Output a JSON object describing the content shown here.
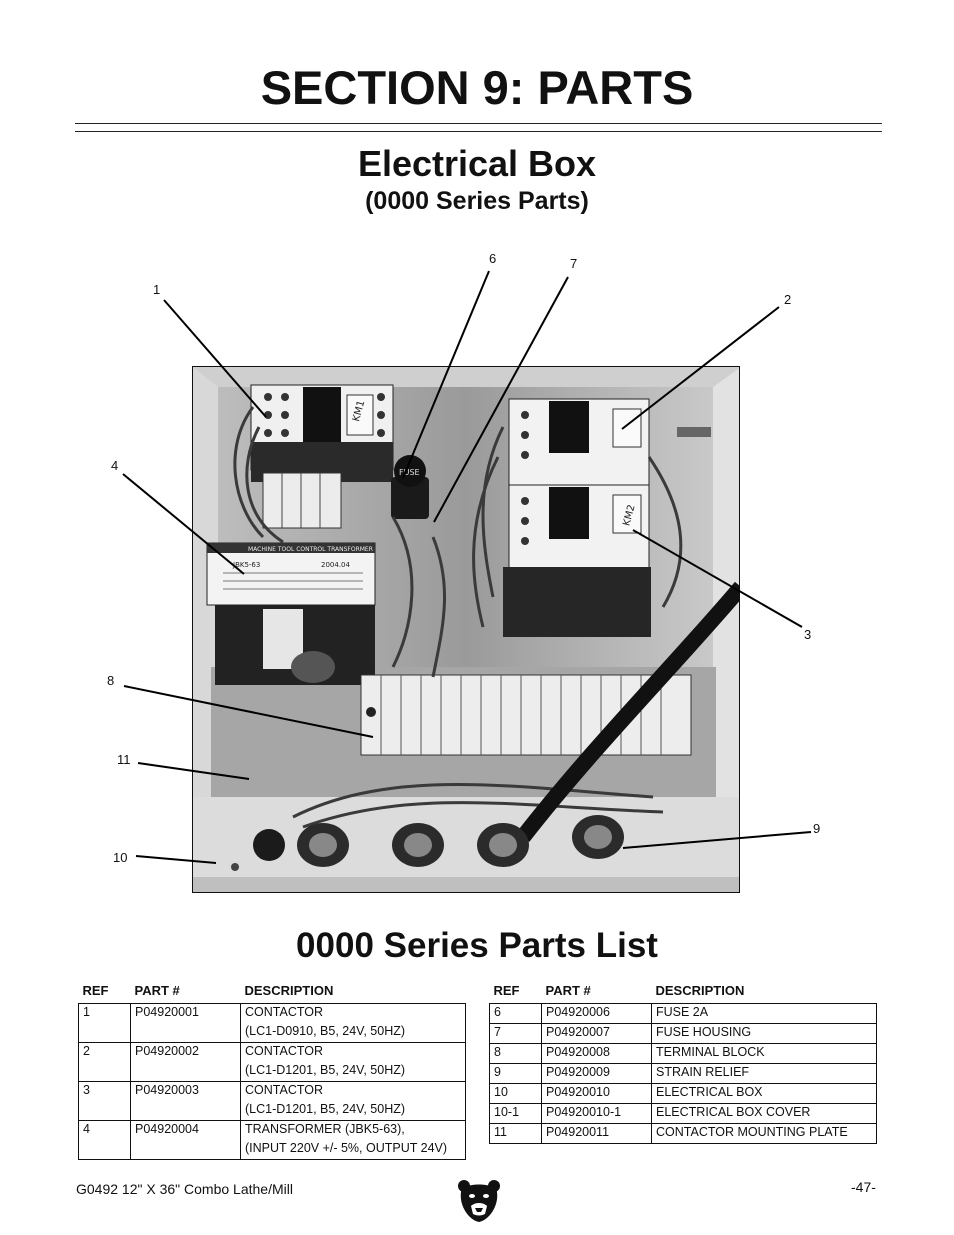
{
  "header": {
    "section_title": "SECTION 9: PARTS",
    "title": "Electrical Box",
    "subtitle": "(0000 Series Parts)"
  },
  "callouts": [
    "1",
    "2",
    "3",
    "4",
    "6",
    "7",
    "8",
    "9",
    "10",
    "11"
  ],
  "parts_list": {
    "title": "0000 Series Parts List",
    "columns": [
      "REF",
      "PART #",
      "DESCRIPTION"
    ],
    "left_table": [
      {
        "ref": "1",
        "part": "P04920001",
        "desc": "CONTACTOR",
        "desc2": "(LC1-D0910, B5, 24V, 50HZ)"
      },
      {
        "ref": "2",
        "part": "P04920002",
        "desc": "CONTACTOR",
        "desc2": "(LC1-D1201, B5, 24V, 50HZ)"
      },
      {
        "ref": "3",
        "part": "P04920003",
        "desc": "CONTACTOR",
        "desc2": "(LC1-D1201, B5, 24V, 50HZ)"
      },
      {
        "ref": "4",
        "part": "P04920004",
        "desc": "TRANSFORMER  (JBK5-63),",
        "desc2": "(INPUT 220V +/- 5%, OUTPUT 24V)"
      }
    ],
    "right_table": [
      {
        "ref": "6",
        "part": "P04920006",
        "desc": "FUSE 2A"
      },
      {
        "ref": "7",
        "part": "P04920007",
        "desc": "FUSE HOUSING"
      },
      {
        "ref": "8",
        "part": "P04920008",
        "desc": "TERMINAL BLOCK"
      },
      {
        "ref": "9",
        "part": "P04920009",
        "desc": "STRAIN RELIEF"
      },
      {
        "ref": "10",
        "part": "P04920010",
        "desc": "ELECTRICAL BOX"
      },
      {
        "ref": "10-1",
        "part": "P04920010-1",
        "desc": "ELECTRICAL BOX COVER"
      },
      {
        "ref": "11",
        "part": "P04920011",
        "desc": "CONTACTOR MOUNTING PLATE"
      }
    ]
  },
  "photo_labels": {
    "transformer_heading": "MACHINE TOOL CONTROL TRANSFORMER",
    "transformer_model": "JBK5-63",
    "transformer_date": "2004.04",
    "km1": "KM1",
    "km2": "KM2",
    "fuse": "FUSE"
  },
  "footer": {
    "left": "G0492 12\" X 36\" Combo Lathe/Mill",
    "page": "-47-"
  },
  "icons": {
    "logo": "bear-logo-icon"
  }
}
